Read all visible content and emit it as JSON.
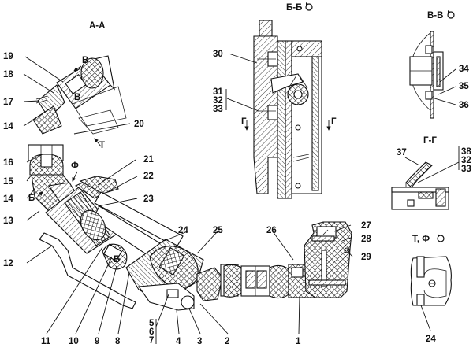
{
  "figure": {
    "views": {
      "aa": "А-А",
      "bb": "Б-Б",
      "vv": "В-В",
      "gg": "Г-Г",
      "tf": "Т, Ф"
    },
    "rotation_icon": "rotated-view-icon",
    "arrows": {
      "v": "В",
      "v_inner": "В",
      "t": "Т",
      "f": "Ф",
      "b": "Б",
      "b_inner": "Б",
      "g_left": "Г",
      "g_right": "Г"
    },
    "callouts": {
      "c1": "1",
      "c2": "2",
      "c3": "3",
      "c4": "4",
      "c5": "5",
      "c6": "6",
      "c7": "7",
      "c8": "8",
      "c9": "9",
      "c10": "10",
      "c11": "11",
      "c12": "12",
      "c13": "13",
      "c14": "14",
      "c15": "15",
      "c16": "16",
      "c17": "17",
      "c18": "18",
      "c19": "19",
      "c20": "20",
      "c21": "21",
      "c22": "22",
      "c23": "23",
      "c24": "24",
      "c25": "25",
      "c26": "26",
      "c27": "27",
      "c28": "28",
      "c29": "29",
      "c30": "30",
      "c31": "31",
      "c32": "32",
      "c33": "33",
      "c34": "34",
      "c35": "35",
      "c36": "36",
      "c37": "37",
      "c38": "38",
      "c32b": "32",
      "c33b": "33",
      "c24b": "24"
    }
  }
}
